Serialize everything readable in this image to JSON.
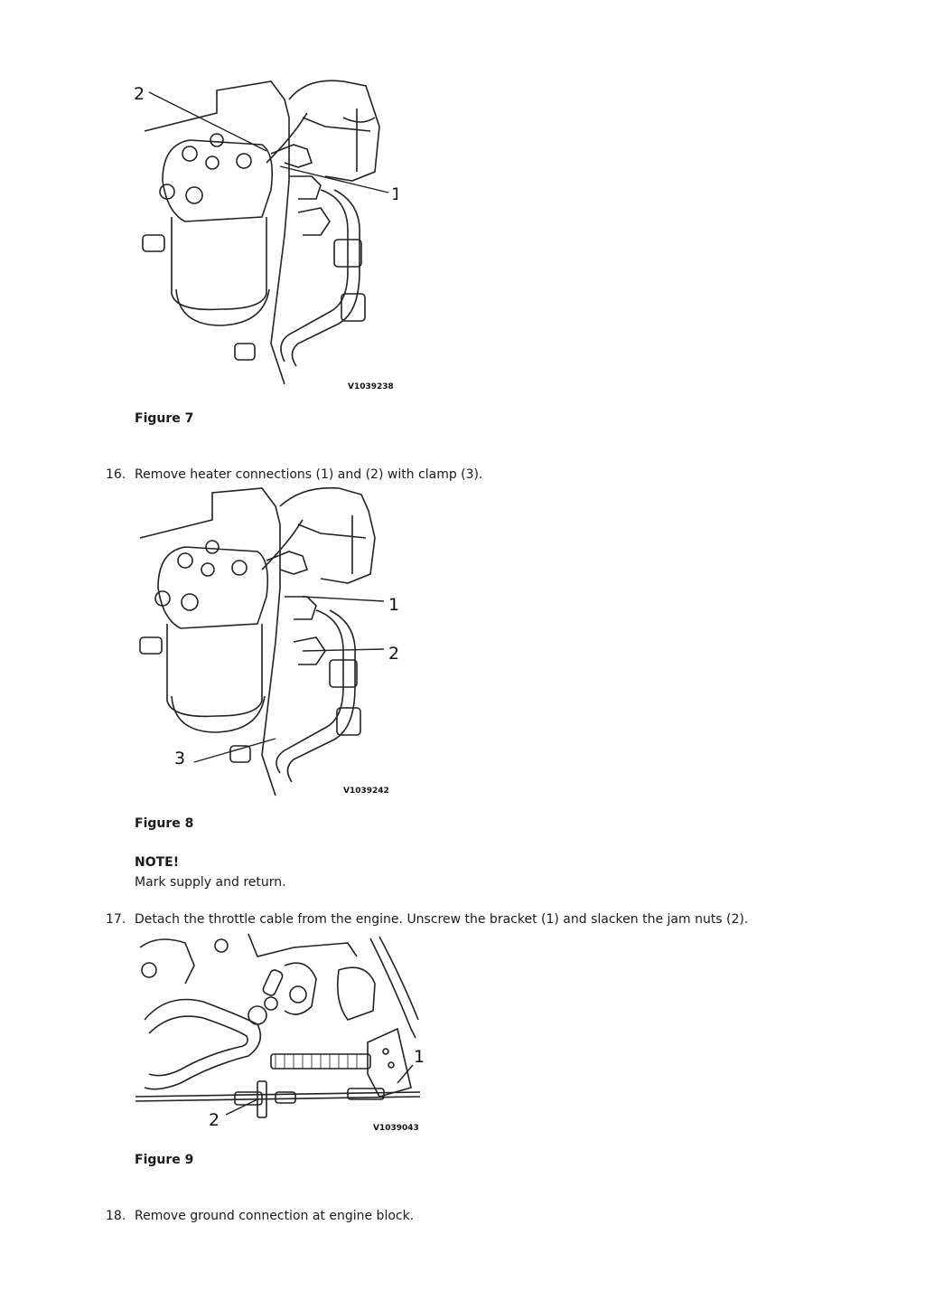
{
  "figures": [
    {
      "caption": "Figure 7",
      "image_code": "V1039238",
      "callouts": [
        "1",
        "2"
      ]
    },
    {
      "caption": "Figure 8",
      "image_code": "V1039242",
      "callouts": [
        "1",
        "2",
        "3"
      ]
    },
    {
      "caption": "Figure 9",
      "image_code": "V1039043",
      "callouts": [
        "1",
        "2"
      ]
    }
  ],
  "steps": [
    {
      "number": "16.",
      "text": "Remove heater connections (1) and (2) with clamp (3)."
    },
    {
      "number": "17.",
      "text": "Detach the throttle cable from the engine. Unscrew the bracket (1) and slacken the jam nuts (2)."
    },
    {
      "number": "18.",
      "text": "Remove ground connection at engine block."
    }
  ],
  "note": {
    "title": "NOTE!",
    "text": "Mark supply and return."
  }
}
